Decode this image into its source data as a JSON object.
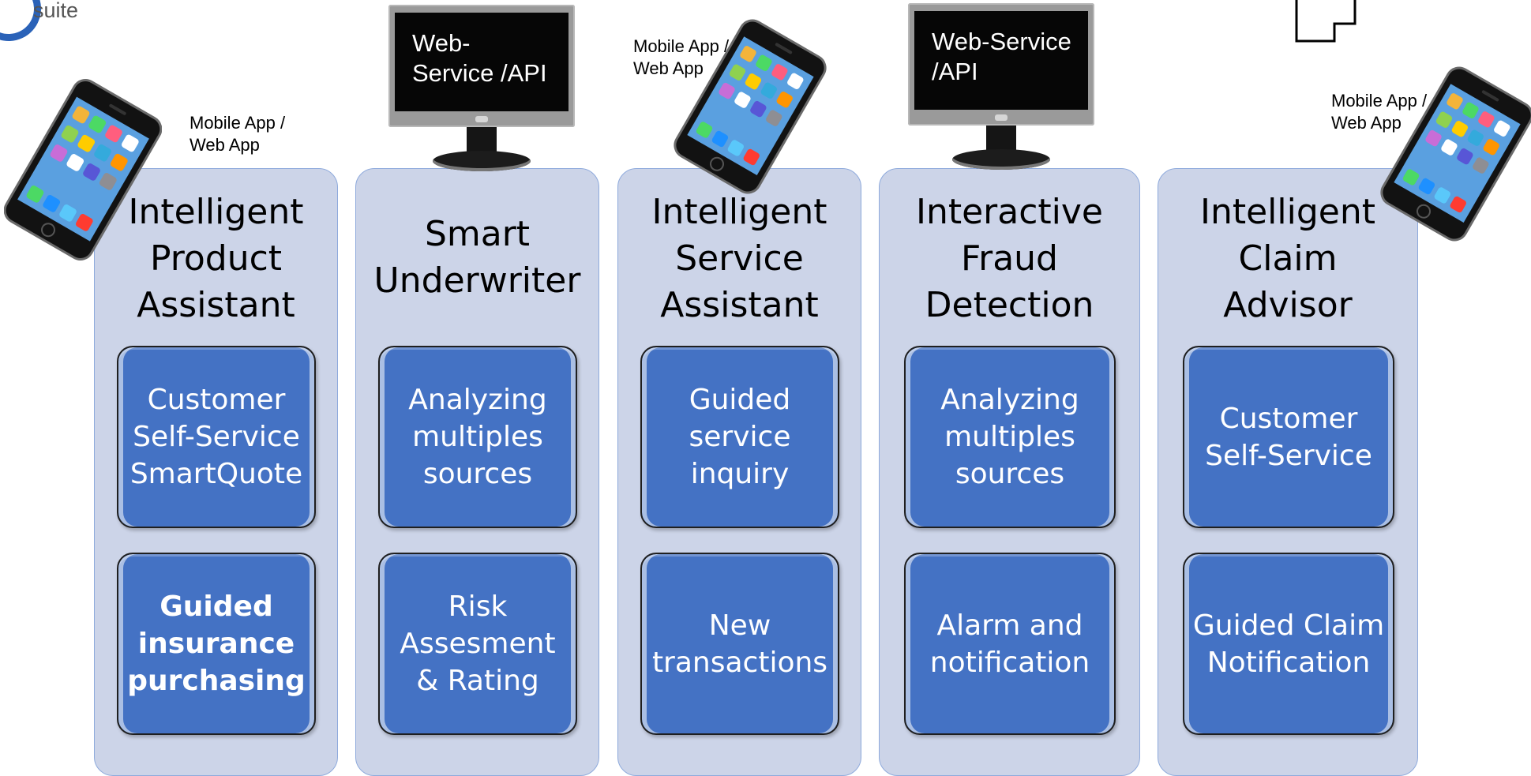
{
  "logo": {
    "text": "suite"
  },
  "device_labels": {
    "mobile": "Mobile App /\nWeb App",
    "web_service_1": "Web-\nService /API",
    "web_service_2": "Web-Service\n/API"
  },
  "columns": [
    {
      "title": "Intelligent\nProduct\nAssistant",
      "box1": "Customer\nSelf-Service\nSmartQuote",
      "box2": "Guided\ninsurance\npurchasing"
    },
    {
      "title": "Smart\nUnderwriter",
      "box1": "Analyzing\nmultiples\nsources",
      "box2": "Risk\nAssesment\n& Rating"
    },
    {
      "title": "Intelligent\nService\nAssistant",
      "box1": "Guided\nservice\ninquiry",
      "box2": "New\ntransactions"
    },
    {
      "title": "Interactive\nFraud\nDetection",
      "box1": "Analyzing\nmultiples\nsources",
      "box2": "Alarm and\nnotification"
    },
    {
      "title": "Intelligent\nClaim\nAdvisor",
      "box1": "Customer\nSelf-Service",
      "box2": "Guided Claim\nNotification"
    }
  ],
  "colors": {
    "column_fill": "#ccd4e8",
    "column_border": "#8eaadc",
    "box_fill": "#4472c4",
    "logo": "#2a62b8"
  },
  "icons": [
    "smartphone-icon",
    "monitor-icon"
  ]
}
